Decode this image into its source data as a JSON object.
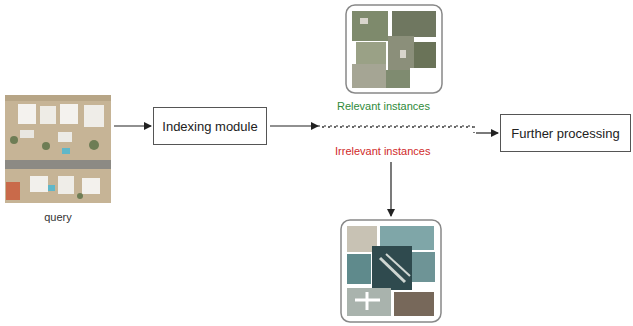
{
  "diagram": {
    "nodes": [
      {
        "text": [
          "query"
        ]
      },
      {
        "text": [
          "Indexing module"
        ]
      },
      {
        "text": [
          "Further processing"
        ]
      }
    ],
    "edges": [
      {
        "from": 0,
        "to": 1,
        "arrow": "to"
      },
      {
        "from": 1,
        "to": 2,
        "arrow": "to"
      }
    ],
    "labels": [
      "Relevant instances",
      "Irrelevant instances"
    ]
  }
}
